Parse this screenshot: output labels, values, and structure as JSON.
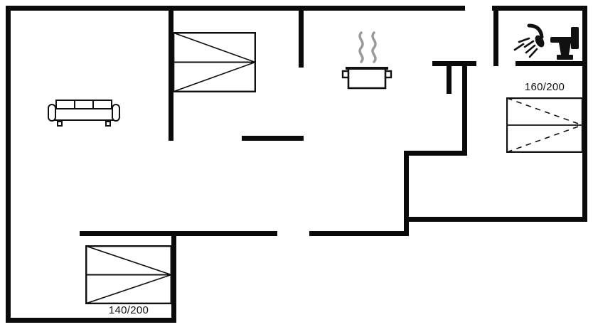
{
  "floorplan": {
    "type": "holiday-house-floor-plan",
    "background_color": "#ffffff",
    "wall_color": "#0a0a0a",
    "steam_color": "#9a9a9a",
    "labels": {
      "bed_right_size": "160/200",
      "bed_bottom_size": "140/200"
    },
    "furniture": [
      {
        "name": "sofa",
        "room": "living-room"
      },
      {
        "name": "double-bed",
        "room": "bedroom-top"
      },
      {
        "name": "cooking-pot-with-steam",
        "room": "kitchen"
      },
      {
        "name": "shower",
        "room": "bathroom"
      },
      {
        "name": "toilet",
        "room": "bathroom"
      },
      {
        "name": "double-bed-160x200",
        "room": "bedroom-right"
      },
      {
        "name": "double-bed-140x200",
        "room": "bedroom-bottom"
      }
    ]
  }
}
